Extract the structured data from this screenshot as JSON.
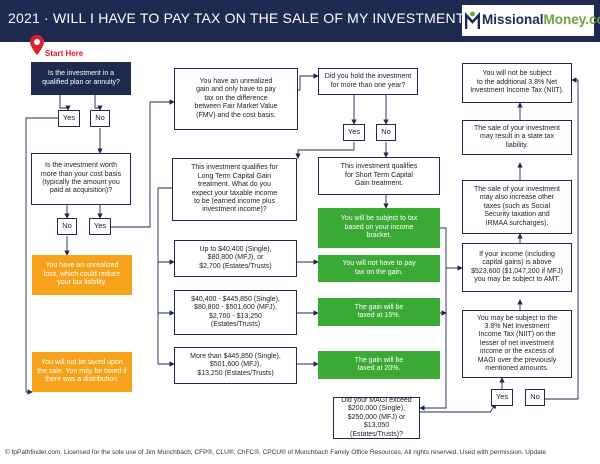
{
  "header": {
    "title": "2021 · WILL I HAVE TO PAY TAX ON THE SALE OF MY INVESTMENT?",
    "logo_prefix": "Missional",
    "logo_suffix": "Money.com"
  },
  "start_label": "Start Here",
  "nodes": {
    "q_qualified": "Is the investment in a\nqualified plan or annuity?",
    "yes_1": "Yes",
    "no_1": "No",
    "q_worth_more": "Is the investment worth\nmore than your cost basis\n(typically the amount you\npaid at acquisition)?",
    "no_2": "No",
    "yes_2": "Yes",
    "unrealized_loss": "You have an unrealized\nloss, which could reduce\nyour tax liability.",
    "not_taxed": "You will not be taxed upon\nthe sale. You may be taxed if\nthere was a distribution.",
    "unrealized_gain": "You have an unrealized\ngain and only have to pay\ntax on the difference\nbetween Fair Market Value\n(FMV) and the cost basis.",
    "q_held_year": "Did you hold the investment\nfor more than one year?",
    "yes_3": "Yes",
    "no_3": "No",
    "ltcg": "This investment qualifies for\nLong Term Capital Gain\ntreatment. What do you\nexpect your taxable income\nto be (earned income plus\ninvestment income)?",
    "stcg": "This investment qualifies\nfor Short Term Capital\nGain treatment.",
    "ordinary_rate": "You will be subject to tax\nbased on your income\nbracket.",
    "bracket_0": "Up to $40,400 (Single),\n$80,800 (MFJ), or\n$2,700 (Estates/Trusts)",
    "no_tax_gain": "You will not have to pay\ntax on the gain.",
    "bracket_15": "$40,400 - $445,850 (Single),\n$80,800 - $501,600 (MFJ),\n$2,700 - $13,250\n(Estates/Trusts)",
    "taxed_15": "The gain will be\ntaxed at 15%.",
    "bracket_20": "More than $445,850 (Single),\n$501,600 (MFJ),\n$13,250 (Estates/Trusts)",
    "taxed_20": "The gain will be\ntaxed at 20%.",
    "q_magi": "Did your MAGI exceed\n$200,000 (Single),\n$250,000 (MFJ) or\n$13,050 (Estates/Trusts)?",
    "yes_4": "Yes",
    "no_4": "No",
    "niit_subject": "You may be subject to the\n3.8% Net Investment\nIncome Tax (NIIT) on the\nlesser of net investment\nincome or the excess of\nMAGI over the previously\nmentioned amounts.",
    "amt": "If your income (including\ncapital gains) is above\n$523,600 ($1,047,200 if MFJ)\nyou may be subject to AMT.",
    "other_taxes": "The sale of your investment\nmay also increase other\ntaxes (such as Social\nSecurity taxation and\nIRMAA surcharges).",
    "state_tax": "The sale of your investment\nmay result in a state tax\nliability.",
    "niit_not": "You will not be subject\nto the additional 3.8% Net\nInvestment Income Tax (NIIT)."
  },
  "footer": "© fpPathfinder.com. Licensed for the sole use of Jim Munchbach, CFP®, CLU®, ChFC®, CPCU® of Munchbach Family Office Resources. All rights reserved. Used with permission. Update"
}
